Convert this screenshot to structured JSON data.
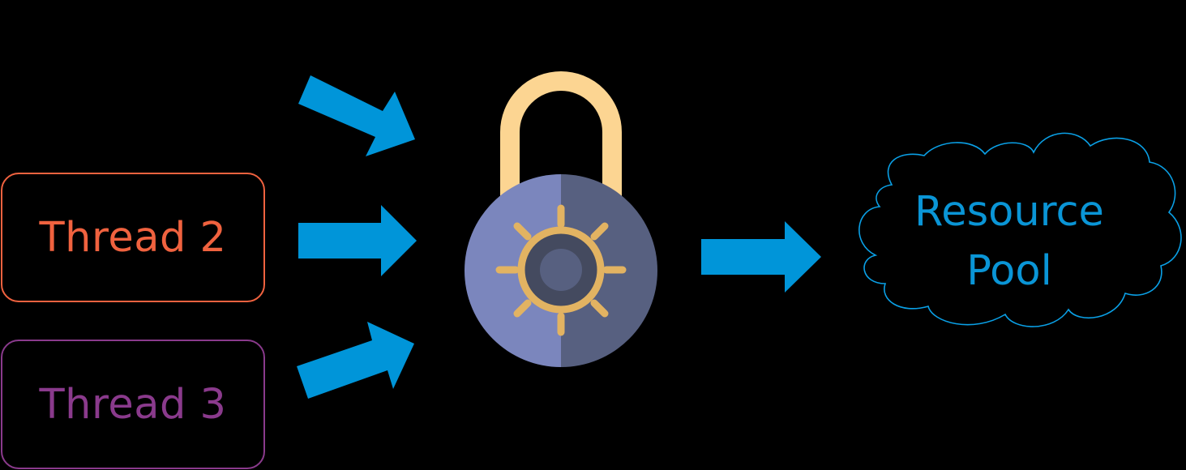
{
  "threads": [
    {
      "label": "Thread 2",
      "color": "#f0623f"
    },
    {
      "label": "Thread 3",
      "color": "#8a3a8c"
    }
  ],
  "resource": {
    "line1": "Resource",
    "line2": "Pool",
    "color": "#0a95d6"
  },
  "colors": {
    "arrow": "#0095d9",
    "lock_shackle": "#fcd592",
    "lock_body_left": "#7b86bd",
    "lock_body_right": "#576080",
    "dial_spokes": "#e2b362",
    "dial_center": "#444a5f",
    "cloud_outline": "#0aa0e6"
  }
}
